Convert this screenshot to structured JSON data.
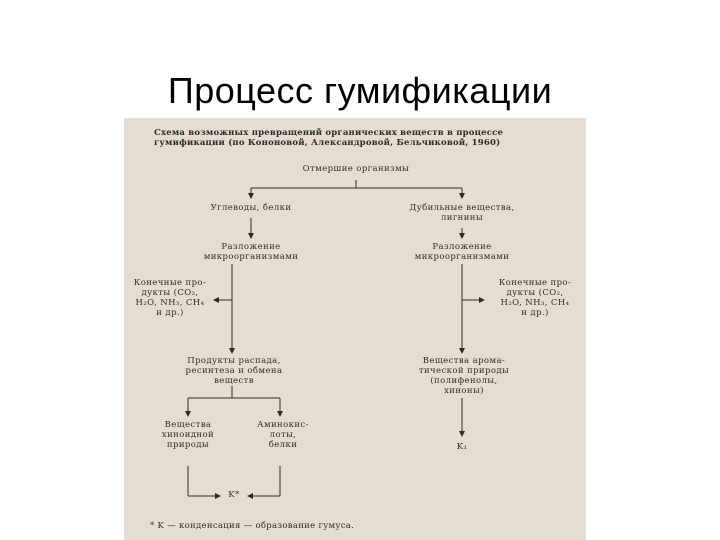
{
  "slide": {
    "title": "Процесс гумификации"
  },
  "scheme": {
    "header": [
      "Схема возможных превращений органических веществ в процессе",
      "гумификации (по Кононовой, Александровой, Бельчиковой, 1960)"
    ],
    "nodes": {
      "dead_organisms": [
        "Отмершие организмы"
      ],
      "carbs_proteins": [
        "Углеводы, белки"
      ],
      "tannins_lignins": [
        "Дубильные вещества,",
        "лигнины"
      ],
      "decomp_left": [
        "Разложение",
        "микроорганизмами"
      ],
      "decomp_right": [
        "Разложение",
        "микроорганизмами"
      ],
      "end_left": [
        "Конечные про-",
        "дукты (CO₂,",
        "H₂O, NH₃, CH₄",
        "и др.)"
      ],
      "end_right": [
        "Конечные про-",
        "дукты (CO₂,",
        "H₂O, NH₃, CH₄",
        "и др.)"
      ],
      "products": [
        "Продукты распада,",
        "ресинтеза и обмена",
        "веществ"
      ],
      "aromatic": [
        "Вещества арома-",
        "тической природы",
        "(полифенолы,",
        "хиноны)"
      ],
      "quinoid": [
        "Вещества",
        "хиноидной",
        "природы"
      ],
      "amino_acids": [
        "Аминокис-",
        "лоты,",
        "белки"
      ],
      "k_star": [
        "K*"
      ],
      "k1": [
        "K₁"
      ]
    },
    "footnote": "* K — конденсация — образование гумуса."
  }
}
